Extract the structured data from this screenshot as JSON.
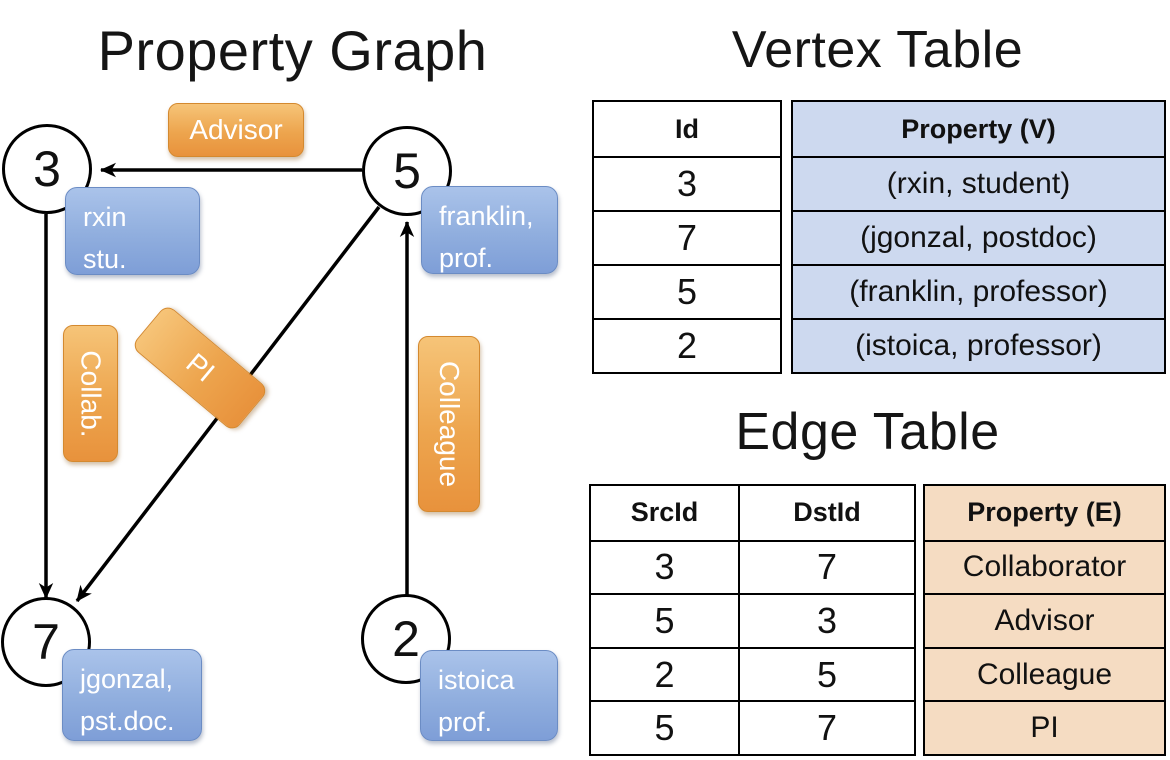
{
  "graph": {
    "title": "Property Graph",
    "nodes": [
      {
        "id": "3",
        "label_lines": [
          "rxin",
          "stu."
        ]
      },
      {
        "id": "5",
        "label_lines": [
          "franklin,",
          "prof."
        ]
      },
      {
        "id": "7",
        "label_lines": [
          "jgonzal,",
          "pst.doc."
        ]
      },
      {
        "id": "2",
        "label_lines": [
          "istoica",
          "prof."
        ]
      }
    ],
    "edges": [
      {
        "src": "5",
        "dst": "3",
        "label": "Advisor"
      },
      {
        "src": "3",
        "dst": "7",
        "label": "Collab."
      },
      {
        "src": "5",
        "dst": "7",
        "label": "PI"
      },
      {
        "src": "2",
        "dst": "5",
        "label": "Colleague"
      }
    ]
  },
  "vertex_table": {
    "title": "Vertex Table",
    "columns": [
      "Id",
      "Property (V)"
    ],
    "rows": [
      [
        "3",
        "(rxin, student)"
      ],
      [
        "7",
        "(jgonzal, postdoc)"
      ],
      [
        "5",
        "(franklin, professor)"
      ],
      [
        "2",
        "(istoica, professor)"
      ]
    ]
  },
  "edge_table": {
    "title": "Edge Table",
    "columns": [
      "SrcId",
      "DstId",
      "Property (E)"
    ],
    "rows": [
      [
        "3",
        "7",
        "Collaborator"
      ],
      [
        "5",
        "3",
        "Advisor"
      ],
      [
        "2",
        "5",
        "Colleague"
      ],
      [
        "5",
        "7",
        "PI"
      ]
    ]
  },
  "colors": {
    "vertex_property_fill": "#cdd9ef",
    "edge_property_fill": "#f5dcc2",
    "node_property_box_blue": "#8fadde",
    "edge_label_orange": "#eda54e",
    "line_black": "#000000"
  }
}
